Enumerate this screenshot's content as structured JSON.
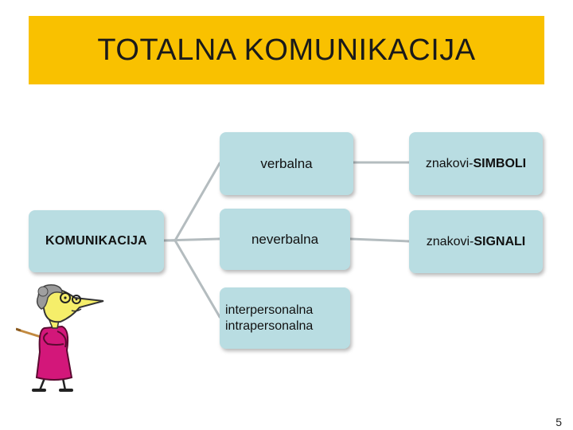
{
  "slide": {
    "title": "TOTALNA KOMUNIKACIJA",
    "page_number": "5"
  },
  "diagram": {
    "root": "KOMUNIKACIJA",
    "branches": {
      "verbal": "verbalna",
      "nonverbal": "neverbalna",
      "interpersonal": "interpersonalna",
      "intrapersonal": "intrapersonalna"
    },
    "leaves": {
      "symbols_prefix": "znakovi-",
      "symbols_emph": "SIMBOLI",
      "signals_prefix": "znakovi-",
      "signals_emph": "SIGNALI"
    }
  },
  "colors": {
    "title_bg": "#f9c100",
    "node_bg": "#b9dde2",
    "connector": "#b4bcbf"
  },
  "illustration": "cartoon-teacher-with-pointer"
}
